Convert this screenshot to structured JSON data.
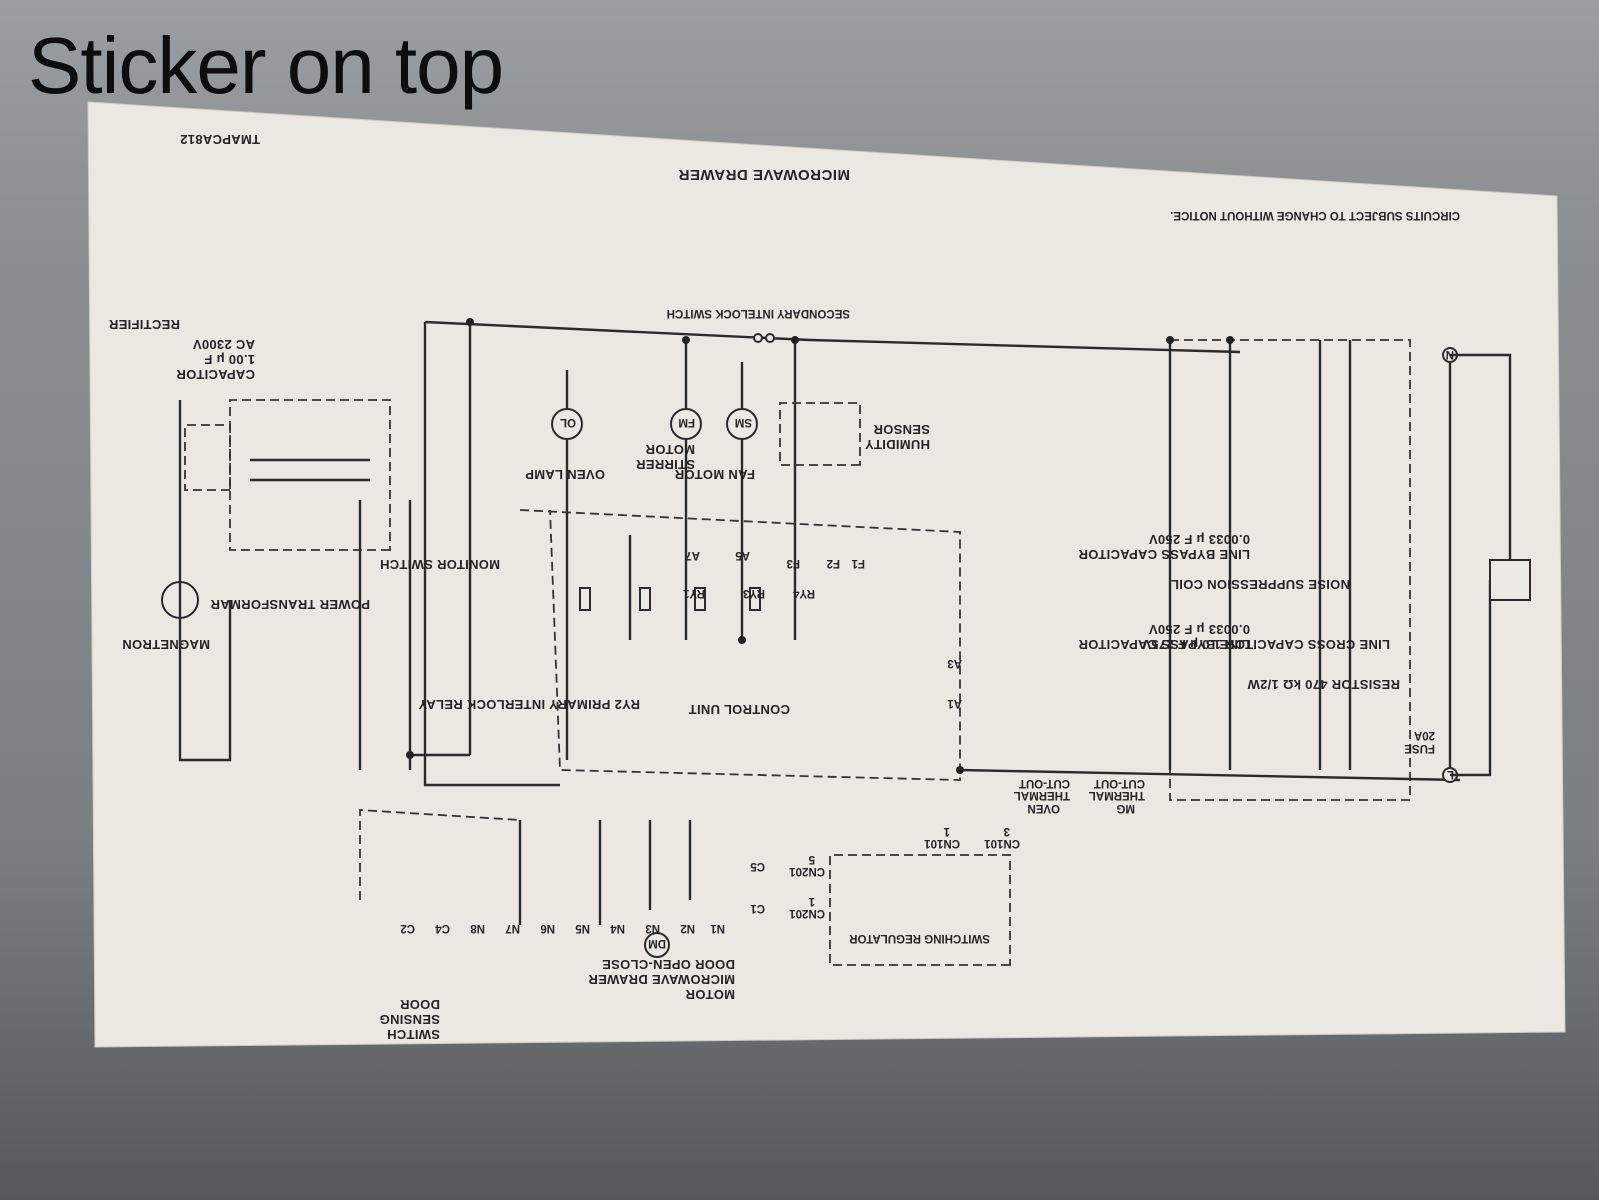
{
  "caption": "Sticker on top",
  "sticker": {
    "part_code": "TMAPCA812",
    "title": "MICROWAVE DRAWER",
    "notice": "CIRCUITS SUBJECT TO CHANGE WITHOUT NOTICE.",
    "labels": {
      "secondary_interlock": "SECONDARY INTELOCK SWITCH",
      "humidity_sensor_1": "HUMIDITY",
      "humidity_sensor_2": "SENSOR",
      "fan_motor": "FAN MOTOR",
      "stirrer_motor_1": "STIRRER",
      "stirrer_motor_2": "MOTOR",
      "oven_lamp": "OVEN LAMP",
      "monitor_switch": "MONITOR SWITCH",
      "power_transformer": "POWER TRANSFORMAR",
      "capacitor_1": "CAPACITOR",
      "capacitor_2": "1.00 μ F",
      "capacitor_3": "AC 2300V",
      "rectifier": "RECTIFIER",
      "magnetron": "MAGNETRON",
      "primary_interlock": "RY2 PRIMARY INTERLOCK RELAY",
      "control_unit": "CONTROL UNIT",
      "switching_regulator": "SWITCHING REGULATOR",
      "door_motor_1": "MICROWAVE DRAWER",
      "door_motor_2": "DOOR OPEN-CLOSE",
      "door_motor_3": "MOTOR",
      "door_sensing_1": "DOOR",
      "door_sensing_2": "SENSING",
      "door_sensing_3": "SWITCH",
      "oven_thermal_1": "OVEN",
      "oven_thermal_2": "THERMAL",
      "oven_thermal_3": "CUT-OUT",
      "mg_thermal_1": "MG",
      "mg_thermal_2": "THERMAL",
      "mg_thermal_3": "CUT-OUT",
      "line_bypass_cap_1a": "LINE BYPASS CAPACITOR",
      "line_bypass_cap_1b": "0.0033 μ F 250V",
      "line_bypass_cap_2a": "LINE BYPASS CAPACITOR",
      "line_bypass_cap_2b": "0.0033 μ F 250V",
      "noise_coil": "NOISE SUPPRESSION COIL",
      "line_cross_cap": "LINE CROSS CAPACITOR 1.0 μ F 275V",
      "resistor": "RESISTOR  470 kΩ  1/2W",
      "fuse_1": "FUSE",
      "fuse_2": "20A",
      "ry1": "RY1",
      "ry3": "RY3",
      "ry4": "RY4",
      "fm": "FM",
      "sm": "SM",
      "ol": "OL",
      "dm": "DM",
      "a1": "A1",
      "a3": "A3",
      "a5": "A5",
      "a7": "A7",
      "f1": "F1",
      "f2": "F2",
      "f3": "F3",
      "c1": "C1",
      "c2": "C2",
      "c4": "C4",
      "c5": "C5",
      "cn101_1": "CN101",
      "cn101_1n": "1",
      "cn101_3": "CN101",
      "cn101_3n": "3",
      "cn201_1": "CN201",
      "cn201_1n": "1",
      "cn201_5": "CN201",
      "cn201_5n": "5",
      "n1": "N1",
      "n2": "N2",
      "n3": "N3",
      "n4": "N4",
      "n5": "N5",
      "n6": "N6",
      "n7": "N7",
      "n8": "N8",
      "neutral_mark": "N",
      "line_mark": "L"
    }
  }
}
